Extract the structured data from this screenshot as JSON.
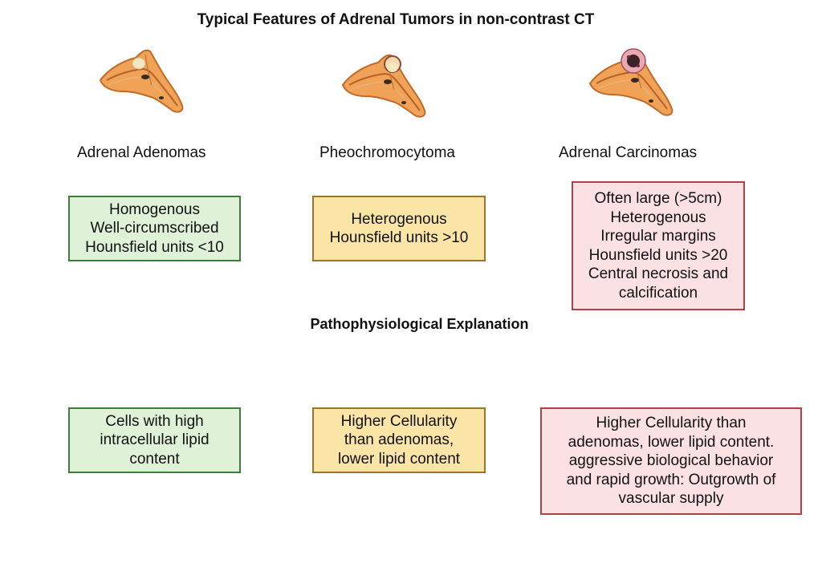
{
  "title": "Typical Features of Adrenal Tumors in non-contrast CT",
  "subtitle": "Pathophysiological Explanation",
  "columns": [
    {
      "label": "Adrenal Adenomas",
      "icon": "adrenal-gland-adenoma-icon",
      "features": [
        "Homogenous",
        "Well-circumscribed",
        "Hounsfield units <10"
      ],
      "explanation": [
        "Cells with high",
        "intracellular lipid",
        "content"
      ]
    },
    {
      "label": "Pheochromocytoma",
      "icon": "adrenal-gland-pheochromocytoma-icon",
      "features": [
        "Heterogenous",
        "Hounsfield units >10"
      ],
      "explanation": [
        "Higher Cellularity",
        "than adenomas,",
        "lower lipid content"
      ]
    },
    {
      "label": "Adrenal Carcinomas",
      "icon": "adrenal-gland-carcinoma-icon",
      "features": [
        "Often large (>5cm)",
        "Heterogenous",
        "Irregular margins",
        "Hounsfield units >20",
        "Central necrosis and",
        "calcification"
      ],
      "explanation": [
        "Higher Cellularity than",
        "adenomas, lower lipid content.",
        "aggressive biological behavior",
        "and rapid growth: Outgrowth of",
        "vascular supply"
      ]
    }
  ],
  "colors": {
    "green_fill": "#dff2d8",
    "green_border": "#3f7d3b",
    "yellow_fill": "#fbe5a6",
    "yellow_border": "#9b7430",
    "red_fill": "#fbe1e3",
    "red_border": "#b0404a",
    "gland_fill": "#f0a356",
    "gland_outline": "#c06a2a"
  }
}
